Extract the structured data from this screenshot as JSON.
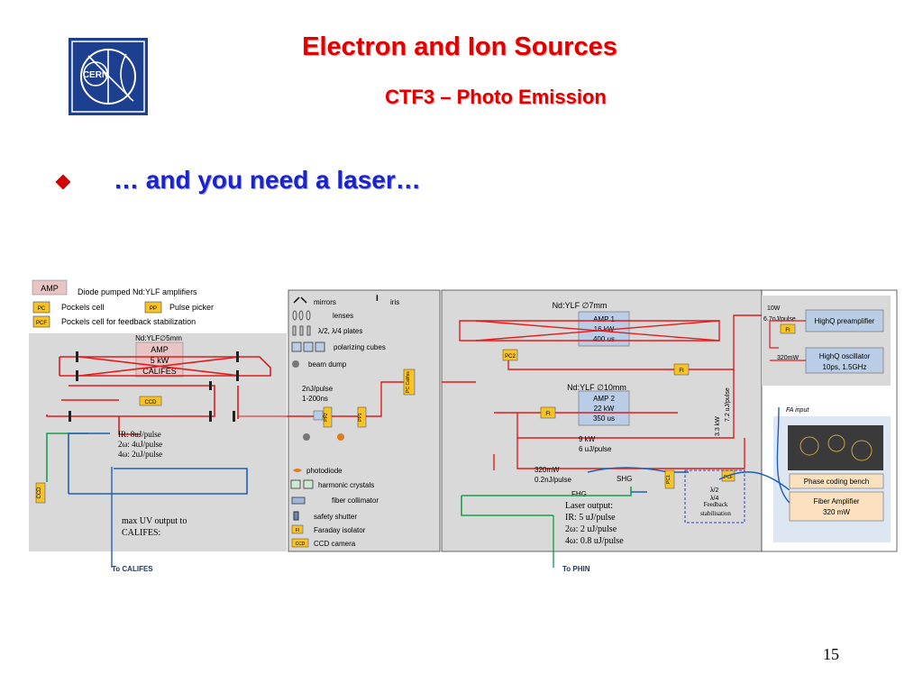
{
  "slide": {
    "title": "Electron and Ion Sources",
    "subtitle": "CTF3 – Photo Emission",
    "bullet": "… and you need a laser…",
    "page_number": "15",
    "logo_text": "CERN"
  },
  "legend_left": {
    "amp_box": "AMP",
    "amp_desc": "Diode pumped Nd:YLF amplifiers",
    "pc_box": "PC",
    "pc_desc": "Pockels cell",
    "pp_box": "PP",
    "pp_desc": "Pulse picker",
    "pcf_box": "PCF",
    "pcf_desc": "Pockels cell for feedback stabilization"
  },
  "legend_mid": {
    "mirrors": "mirrors",
    "iris": "iris",
    "lenses": "lenses",
    "plates": "λ/2, λ/4 plates",
    "cubes": "polarizing cubes",
    "dump": "beam dump",
    "photodiode": "photodiode",
    "crystals": "harmonic crystals",
    "collimator": "fiber collimator",
    "shutter": "safety shutter",
    "faraday_box": "FI",
    "faraday": "Faraday isolator",
    "ccd_box": "CCD",
    "ccd": "CCD camera"
  },
  "califes_panel": {
    "amp_header": "Nd:YLF∅5mm",
    "amp_line1": "AMP",
    "amp_line2": "5 kW",
    "amp_line3": "CALIFES",
    "ccd": "CCD",
    "ccd2": "CCD",
    "ir": "IR: 8uJ/pulse",
    "w2": "2ω: 4uJ/pulse",
    "w4": "4ω: 2uJ/pulse",
    "max_uv_1": "max UV output to",
    "max_uv_2": "CALIFES:",
    "to_califes": "To CALIFES"
  },
  "mid_panel": {
    "pulse_1": "2nJ/pulse",
    "pulse_2": "1-200ns",
    "pp1": "PP1",
    "pp2": "PP2",
    "pc_califes": "PC Califes"
  },
  "phin_panel": {
    "amp1_header": "Nd:YLF ∅7mm",
    "amp1_line1": "AMP 1",
    "amp1_line2": "16 kW",
    "amp1_line3": "400 us",
    "amp2_header": "Nd:YLF ∅10mm",
    "amp2_line1": "AMP 2",
    "amp2_line2": "22 kW",
    "amp2_line3": "350 us",
    "pc2": "PC2",
    "fi1": "FI",
    "fi2": "FI",
    "power_9kw": "9 kW",
    "energy_6uj": "6 uJ/pulse",
    "v33kw": "3.3 kW",
    "v72uj": "7.2 uJ/pulse",
    "in_320mw": "320mW",
    "in_02nj": "0.2nJ/pulse",
    "shg": "SHG",
    "fhg": "FHG",
    "pc1": "PC1",
    "pcf": "PCF",
    "l2": "λ/2",
    "l4": "λ/4",
    "feedback_1": "Feedback",
    "feedback_2": "stabilisation",
    "out_title": "Laser output:",
    "out_ir": "IR: 5 uJ/pulse",
    "out_2w": "2ω: 2 uJ/pulse",
    "out_4w": "4ω: 0.8 uJ/pulse",
    "to_phin": "To PHIN"
  },
  "fiber_panel": {
    "w10": "10W",
    "nj67": "6.7nJ/pulse",
    "fi": "FI",
    "preamp": "HighQ preamplifier",
    "mw320": "320mW",
    "osc1": "HighQ oscillator",
    "osc2": "10ps, 1.5GHz",
    "fa_input": "FA input",
    "phase_coding": "Phase coding bench",
    "fiber_amp_1": "Fiber Amplifier",
    "fiber_amp_2": "320 mW"
  },
  "colors": {
    "title_red": "#e00000",
    "bullet_blue": "#1b24c8",
    "beam_red": "#e31b1b",
    "beam_green": "#1aa14a",
    "beam_blue": "#1f5fb8",
    "panel_grey": "#d9d9d9",
    "amp_blue": "#b9cde6",
    "amp_pink": "#e8c4c4",
    "label_yellow": "#f7c325",
    "fiber_orange": "#fbe1c0"
  }
}
